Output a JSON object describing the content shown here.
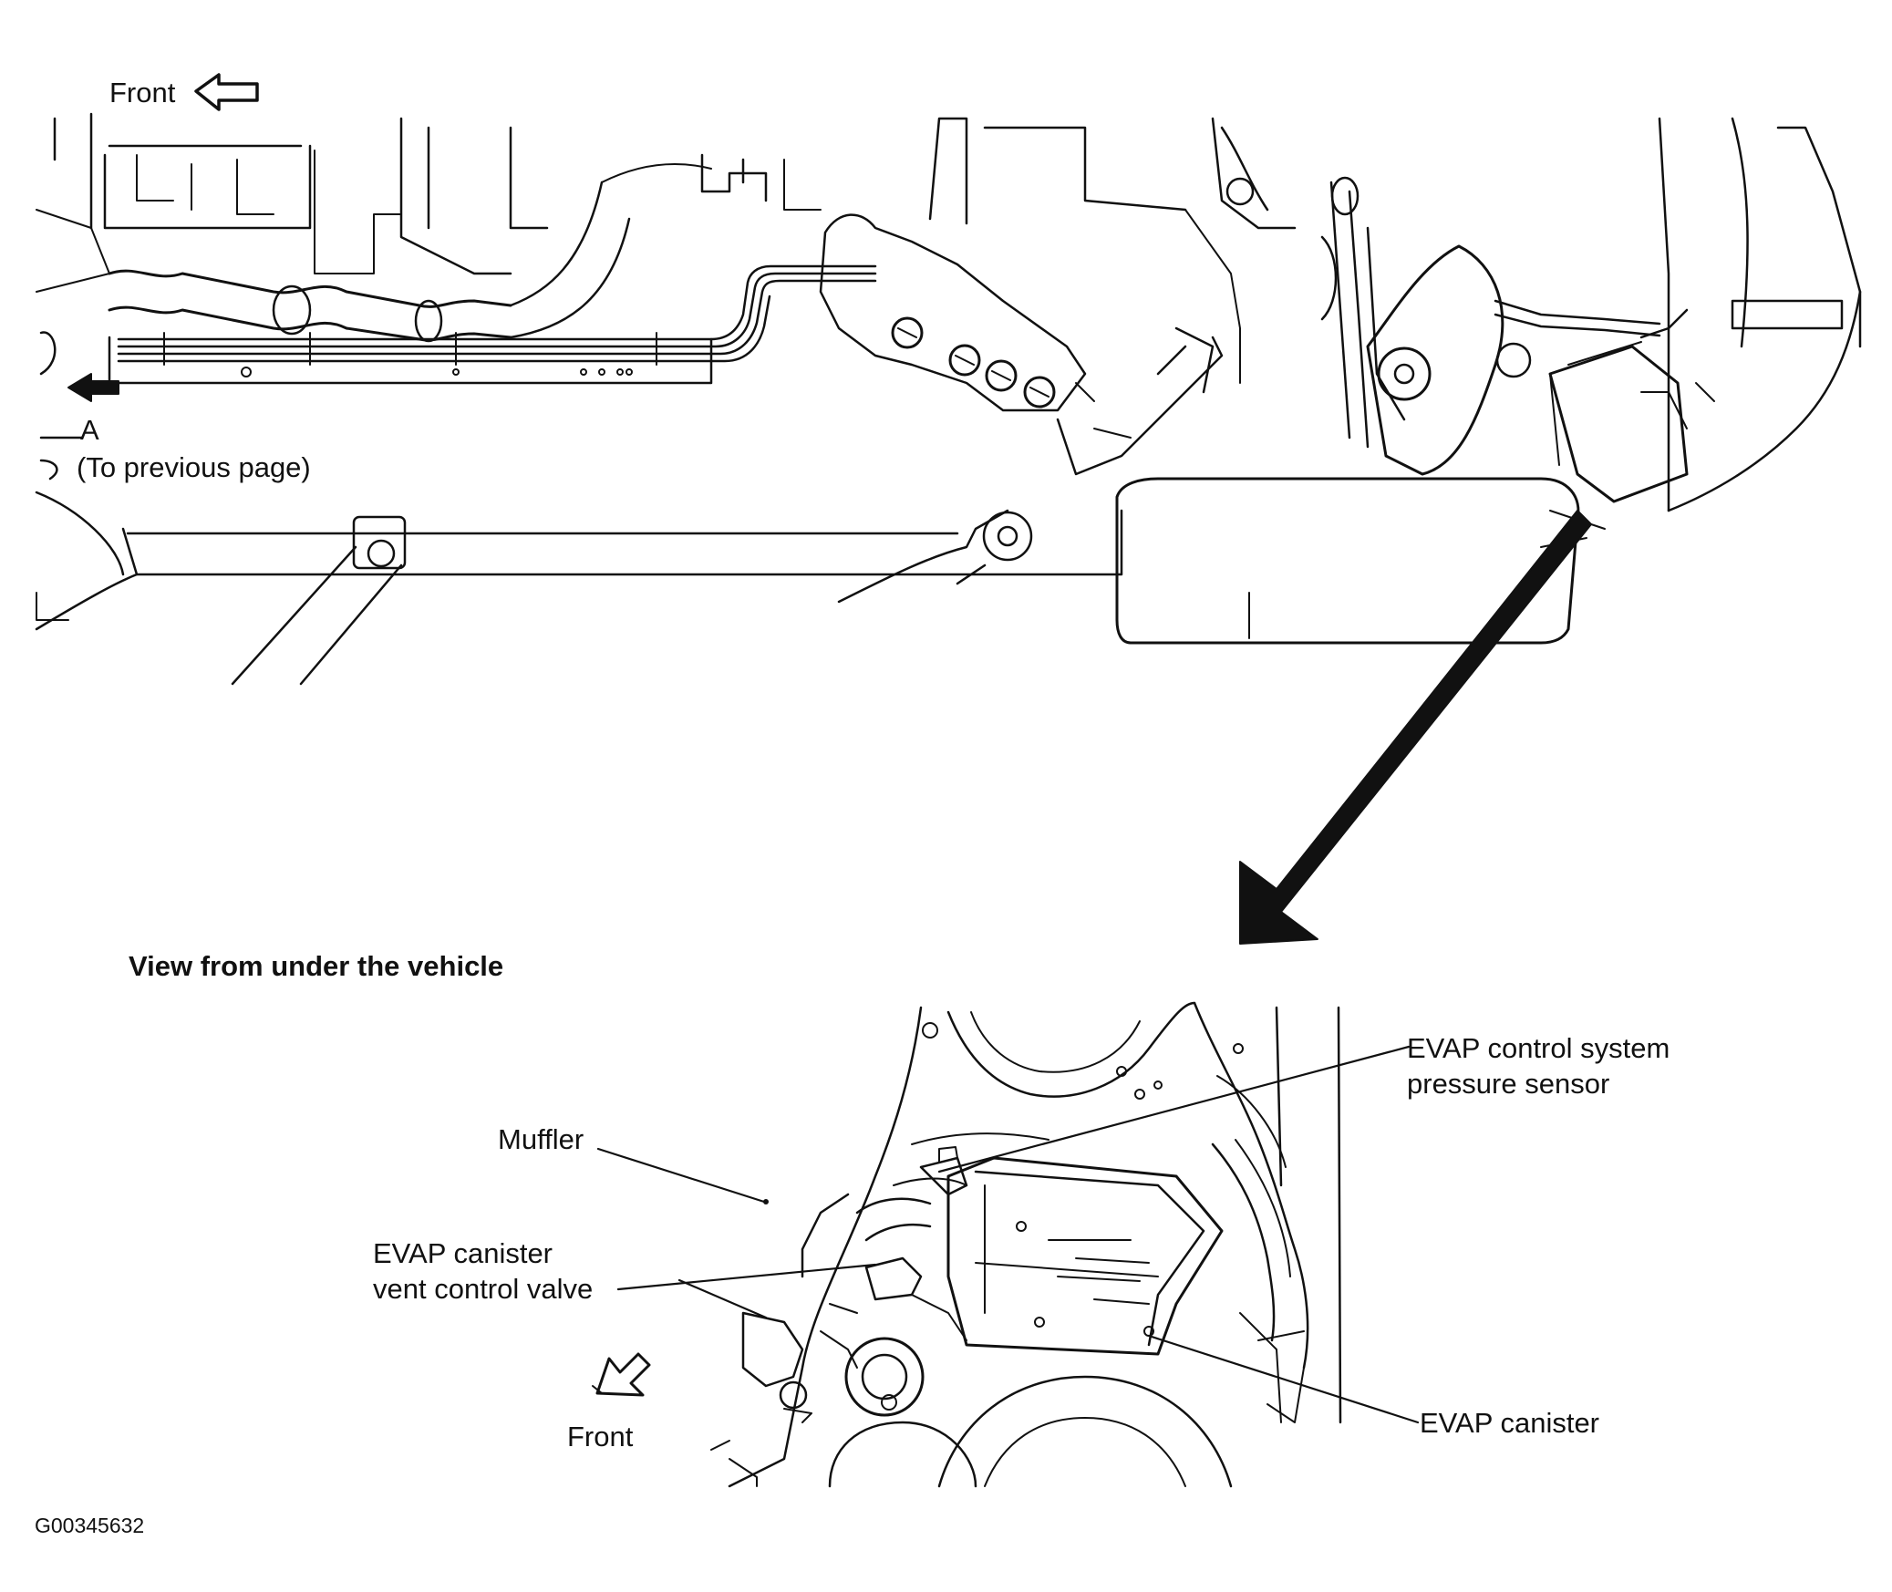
{
  "labels": {
    "front_top": "Front",
    "marker_a": "A",
    "to_previous_page": "(To previous page)",
    "view_title": "View from under the vehicle",
    "muffler": "Muffler",
    "evap_pressure_sensor_line1": "EVAP control system",
    "evap_pressure_sensor_line2": "pressure sensor",
    "evap_vent_valve_line1": "EVAP canister",
    "evap_vent_valve_line2": "vent control valve",
    "evap_canister": "EVAP canister",
    "front_bottom": "Front",
    "figure_id": "G00345632"
  },
  "colors": {
    "ink": "#111111",
    "paper": "#ffffff"
  }
}
